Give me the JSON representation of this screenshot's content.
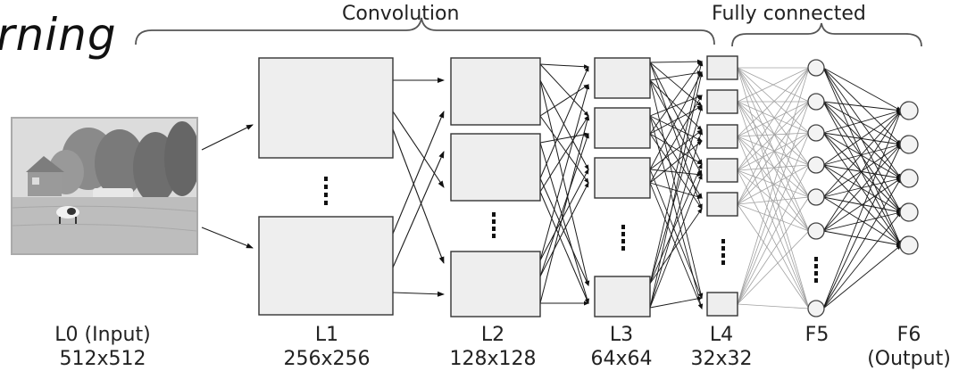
{
  "title_fragment": "rning",
  "braces": {
    "convolution": "Convolution",
    "fully_connected": "Fully connected"
  },
  "input_image": {
    "icon": "landscape-photo-icon",
    "colors": {
      "frame": "#aaaaaa",
      "tint": "#c8c8c8"
    }
  },
  "layers": [
    {
      "name": "L0 (Input)",
      "size": "512x512"
    },
    {
      "name": "L1",
      "size": "256x256"
    },
    {
      "name": "L2",
      "size": "128x128"
    },
    {
      "name": "L3",
      "size": "64x64"
    },
    {
      "name": "L4",
      "size": "32x32"
    },
    {
      "name": "F5",
      "size": ""
    },
    {
      "name": "F6",
      "size": "(Output)"
    }
  ],
  "colors": {
    "box_fill": "#eeeeee",
    "box_stroke": "#333333",
    "edge": "#1a1a1a",
    "fc_edge": "#a0a0a0"
  }
}
